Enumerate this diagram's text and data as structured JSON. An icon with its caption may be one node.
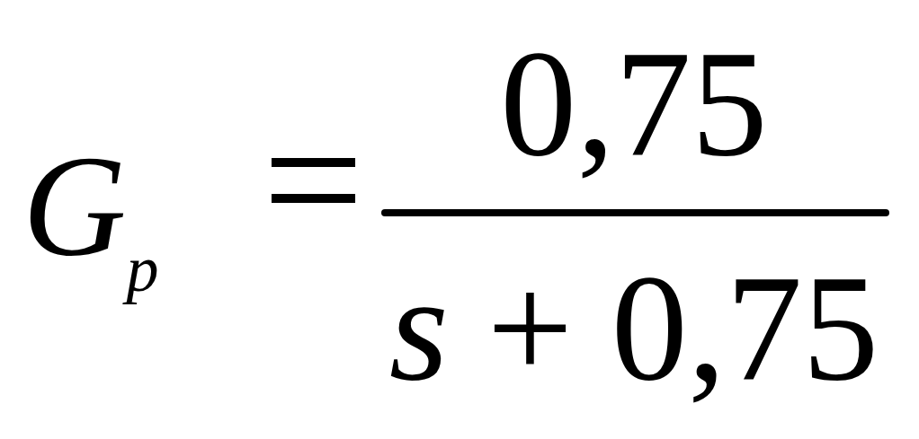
{
  "diagram": {
    "labels": [
      "G$_{p}$",
      "=",
      "0,75",
      "*s* + 0,75"
    ]
  }
}
